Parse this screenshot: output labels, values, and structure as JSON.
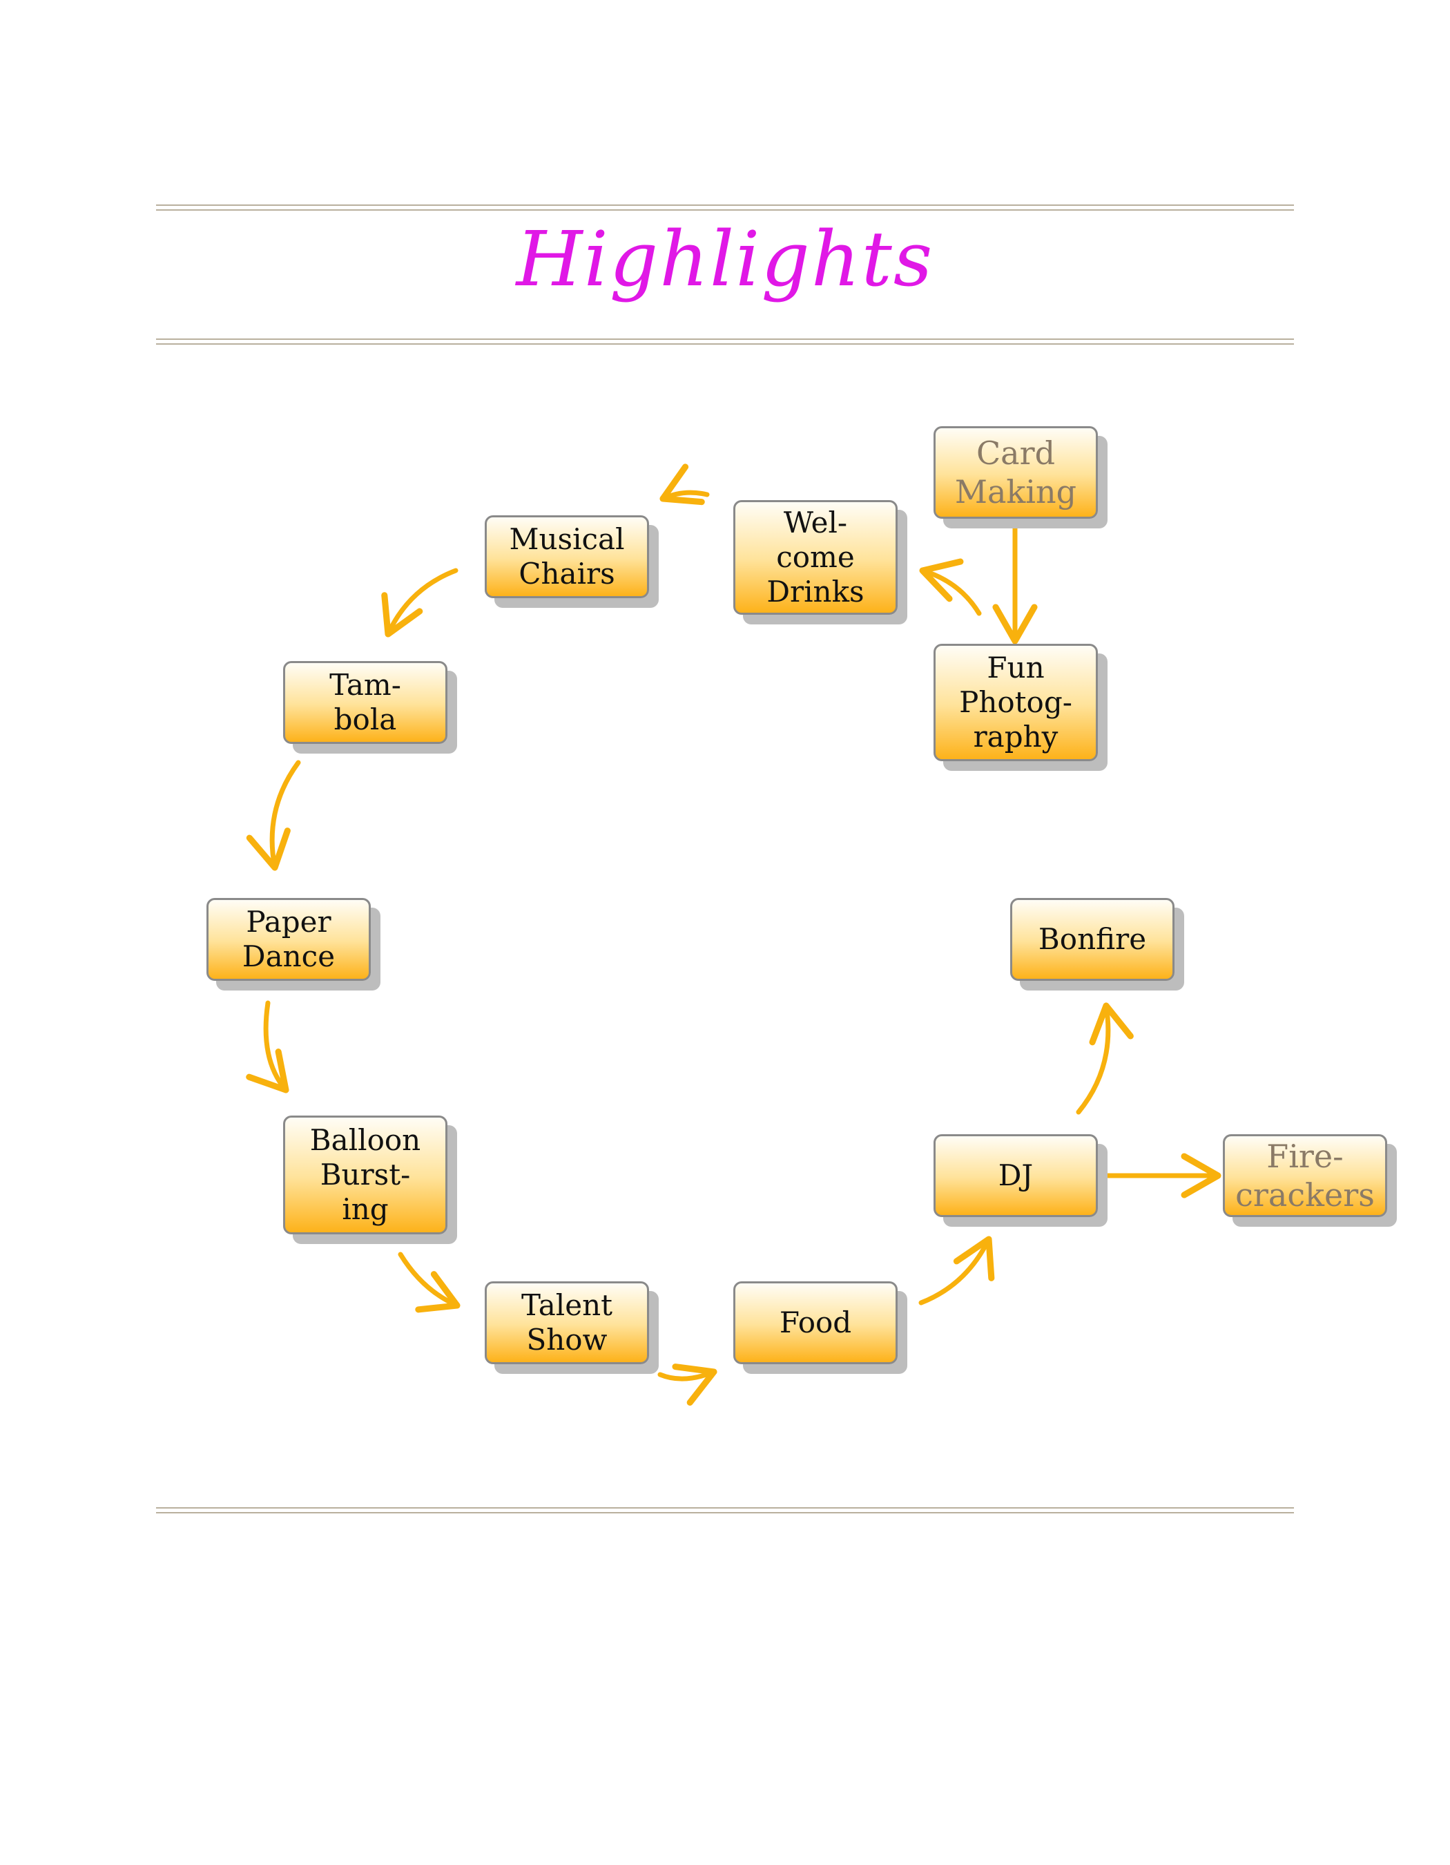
{
  "title": "Highlights",
  "nodes": {
    "card_making": "Card\nMaking",
    "welcome_drinks": "Wel-\ncome\nDrinks",
    "musical_chairs": "Musical\nChairs",
    "tambola": "Tam-\nbola",
    "fun_photography": "Fun\nPhotog-\nraphy",
    "paper_dance": "Paper\nDance",
    "bonfire": "Bonfire",
    "balloon_bursting": "Balloon\nBurst-\ning",
    "dj": "DJ",
    "firecrackers": "Fire-\ncrackers",
    "talent_show": "Talent\nShow",
    "food": "Food"
  },
  "colors": {
    "title": "#e018e6",
    "arrow": "#f8b10d",
    "box_top": "#fffdf6",
    "box_bottom": "#fdb21a",
    "border": "#8a8a8a",
    "shadow": "#bdbdbd",
    "rule": "#b9b09e",
    "dim_text": "#8a7a66"
  }
}
